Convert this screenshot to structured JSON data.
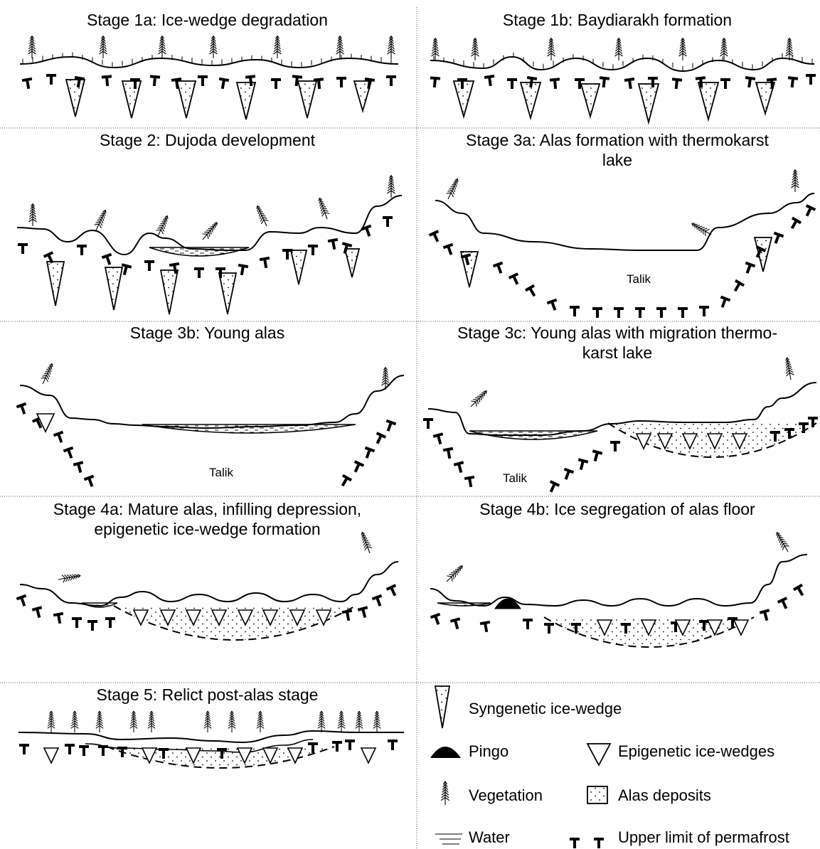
{
  "panels": [
    {
      "id": "s1a",
      "title": "Stage 1a: Ice-wedge degradation"
    },
    {
      "id": "s1b",
      "title": "Stage 1b: Baydiarakh formation"
    },
    {
      "id": "s2",
      "title": "Stage 2: Dujoda development"
    },
    {
      "id": "s3a",
      "title_lines": [
        "Stage 3a: Alas formation with thermokarst",
        "lake"
      ],
      "talik_label": "Talik"
    },
    {
      "id": "s3b",
      "title": "Stage 3b: Young alas",
      "talik_label": "Talik"
    },
    {
      "id": "s3c",
      "title_lines": [
        "Stage 3c: Young alas with migration thermo-",
        "karst lake"
      ],
      "talik_label": "Talik"
    },
    {
      "id": "s4a",
      "title_lines": [
        "Stage 4a: Mature alas, infilling depression,",
        "epigenetic ice-wedge formation"
      ]
    },
    {
      "id": "s4b",
      "title": "Stage 4b: Ice segregation of alas floor"
    },
    {
      "id": "s5",
      "title": "Stage 5: Relict post-alas stage"
    }
  ],
  "legend": {
    "syngenetic": "Syngenetic ice-wedge",
    "pingo": "Pingo",
    "epigenetic": "Epigenetic ice-wedges",
    "vegetation": "Vegetation",
    "alas_deposits": "Alas deposits",
    "water": "Water",
    "permafrost": "Upper limit of permafrost"
  }
}
